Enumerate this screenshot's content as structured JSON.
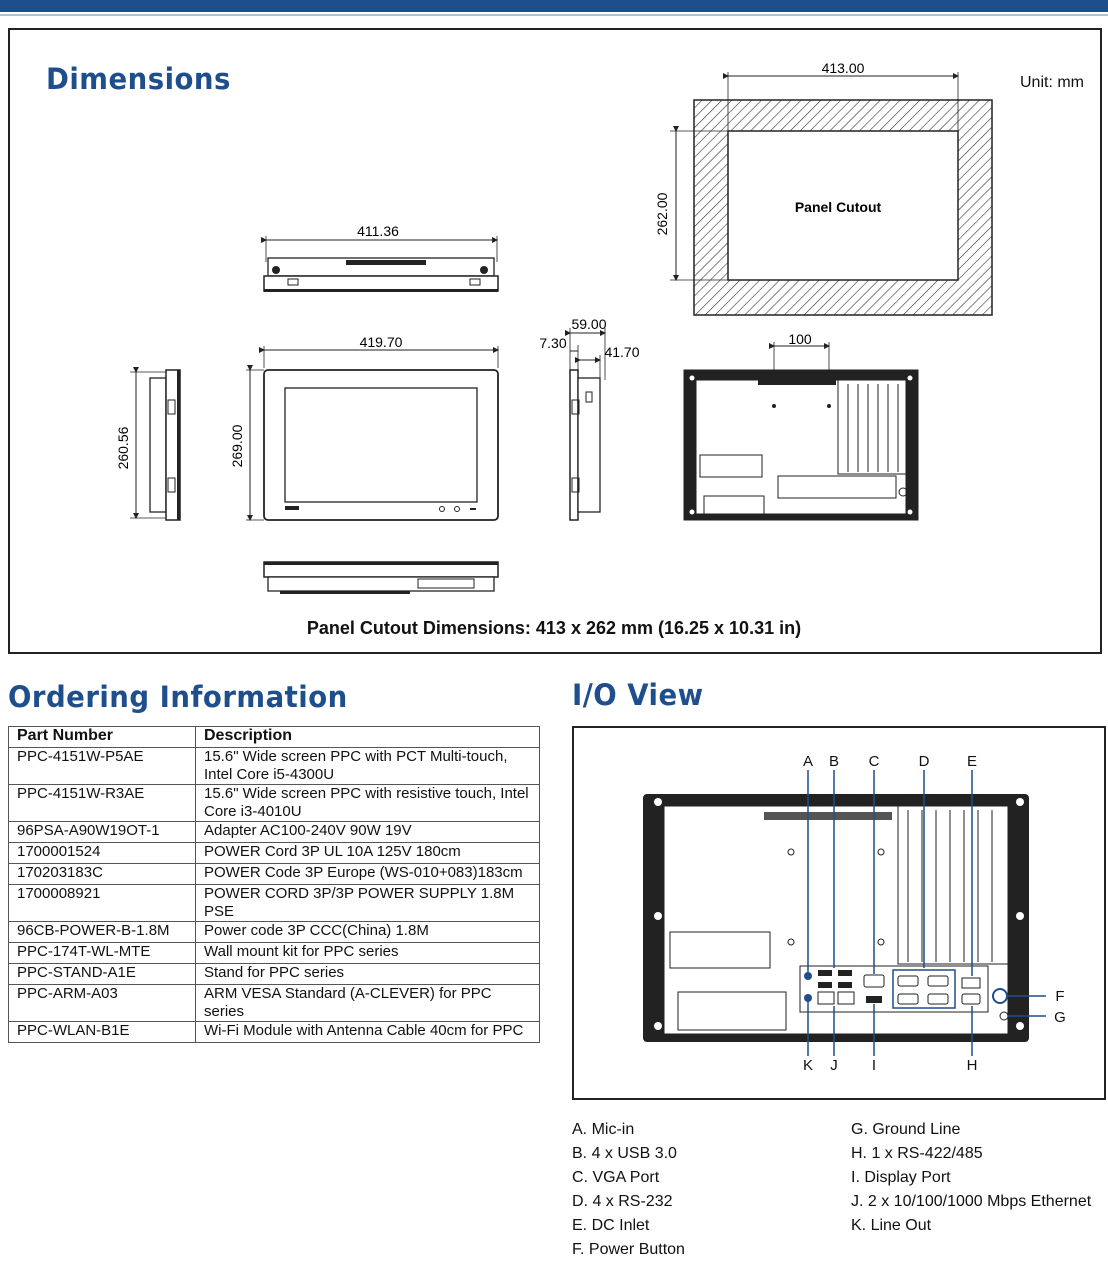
{
  "dimensions": {
    "title": "Dimensions",
    "unit_label": "Unit: mm",
    "panel_cutout_label": "Panel Cutout",
    "cutout_width": "413.00",
    "cutout_height": "262.00",
    "top_width": "411.36",
    "front_width": "419.70",
    "front_height": "269.00",
    "side_height": "260.56",
    "depth_total": "59.00",
    "depth_bezel": "7.30",
    "depth_body": "41.70",
    "rear_spacing": "100",
    "caption": "Panel Cutout Dimensions: 413 x 262 mm (16.25 x 10.31 in)"
  },
  "ordering": {
    "title": "Ordering Information",
    "headers": [
      "Part Number",
      "Description"
    ],
    "rows": [
      {
        "part": "PPC-4151W-P5AE",
        "desc": "15.6\" Wide screen PPC with PCT Multi-touch, Intel Core i5-4300U"
      },
      {
        "part": "PPC-4151W-R3AE",
        "desc": "15.6\" Wide screen PPC with resistive touch, Intel Core i3-4010U"
      },
      {
        "part": "96PSA-A90W19OT-1",
        "desc": "Adapter AC100-240V 90W 19V"
      },
      {
        "part": "1700001524",
        "desc": "POWER Cord 3P UL 10A 125V 180cm"
      },
      {
        "part": "170203183C",
        "desc": "POWER Code 3P Europe (WS-010+083)183cm"
      },
      {
        "part": "1700008921",
        "desc": "POWER CORD 3P/3P POWER SUPPLY 1.8M PSE"
      },
      {
        "part": "96CB-POWER-B-1.8M",
        "desc": "Power code 3P CCC(China) 1.8M"
      },
      {
        "part": "PPC-174T-WL-MTE",
        "desc": "Wall mount kit for PPC series"
      },
      {
        "part": "PPC-STAND-A1E",
        "desc": "Stand for PPC series"
      },
      {
        "part": "PPC-ARM-A03",
        "desc": "ARM VESA Standard (A-CLEVER) for PPC series"
      },
      {
        "part": "PPC-WLAN-B1E",
        "desc": "Wi-Fi Module with Antenna Cable 40cm for PPC"
      }
    ]
  },
  "io": {
    "title": "I/O View",
    "letters_top": [
      "A",
      "B",
      "C",
      "D",
      "E"
    ],
    "letters_bottom": [
      "K",
      "J",
      "I",
      "H"
    ],
    "letters_side": [
      "F",
      "G"
    ],
    "legend_left": [
      "A.  Mic-in",
      "B.  4 x USB 3.0",
      "C.  VGA Port",
      "D.  4 x RS-232",
      "E.  DC Inlet",
      "F.  Power Button"
    ],
    "legend_right": [
      "G. Ground Line",
      "H.  1 x RS-422/485",
      "I.   Display Port",
      "J.  2 x 10/100/1000 Mbps Ethernet",
      "K.  Line Out"
    ]
  },
  "colors": {
    "accent": "#1f4e8c",
    "line": "#222222"
  }
}
